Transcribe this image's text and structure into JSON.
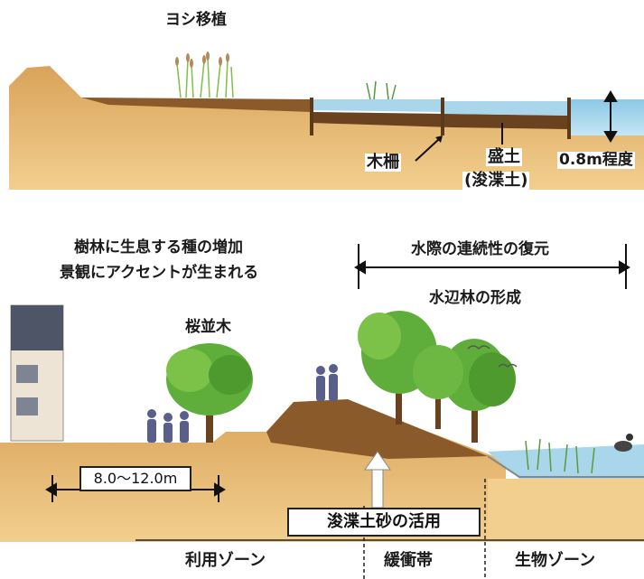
{
  "top_section": {
    "title": "ヨシ移植",
    "label_fence": "木柵",
    "label_fill": "盛土",
    "label_fill_sub": "(浚渫土)",
    "label_depth": "0.8m程度"
  },
  "bottom_section": {
    "benefit_line1": "樹林に生息する種の増加",
    "benefit_line2": "景観にアクセントが生まれる",
    "waterside_title": "水際の連続性の復元",
    "forest_title": "水辺林の形成",
    "cherry_title": "桜並木",
    "width_label": "8.0～12.0m",
    "sediment_label": "浚渫土砂の活用",
    "zones": {
      "use": "利用ゾーン",
      "buffer": "緩衝帯",
      "habitat": "生物ゾーン"
    }
  },
  "colors": {
    "soil_light": "#e2b066",
    "soil_dark": "#8b5a2b",
    "water": "#a9d6ea",
    "tree_green": "#5fae3b",
    "sky_white": "#ffffff"
  }
}
